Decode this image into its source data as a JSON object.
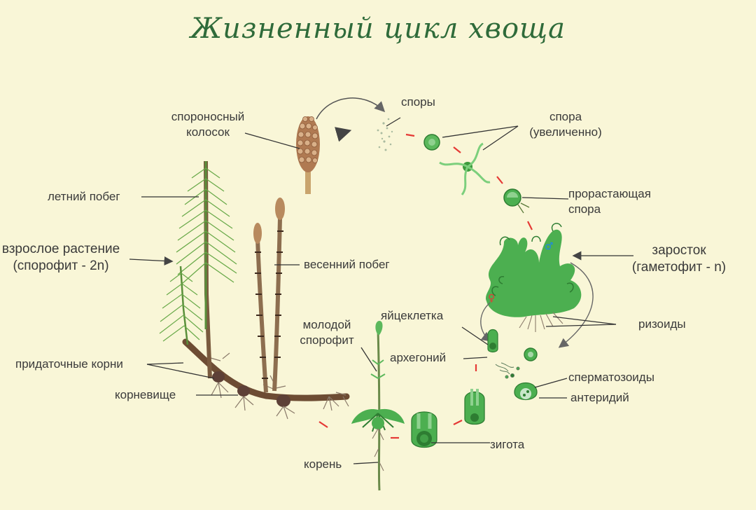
{
  "title": "Жизненный цикл хвоща",
  "labels": {
    "strobilus": [
      "спороносный",
      "колосок"
    ],
    "spores": "споры",
    "spore_enlarged": [
      "спора",
      "(увеличенно)"
    ],
    "germinating_spore": [
      "прорастающая",
      "спора"
    ],
    "prothallus": [
      "заросток",
      "(гаметофит - n)"
    ],
    "rhizoids": "ризоиды",
    "summer_shoot": "летний побег",
    "adult_plant": [
      "взрослое растение",
      "(спорофит - 2n)"
    ],
    "spring_shoot": "весенний побег",
    "adventitious_roots": "придаточные корни",
    "rhizome": "корневище",
    "young_sporophyte": [
      "молодой",
      "спорофит"
    ],
    "egg_cell": "яйцеклетка",
    "archegonium": "архегоний",
    "sperm": "сперматозоиды",
    "antheridium": "антеридий",
    "zygote": "зигота",
    "root": "корень",
    "female_symbol": "♀",
    "male_symbol": "♂"
  },
  "colors": {
    "background": "#f9f6d7",
    "title": "#2f6b3a",
    "plant_green": "#4caf50",
    "dark_green": "#2e7d32",
    "stem_brown": "#8d6e4f",
    "dark_brown": "#5d4037",
    "arrow_red": "#e53935",
    "leader_line": "#333333"
  }
}
